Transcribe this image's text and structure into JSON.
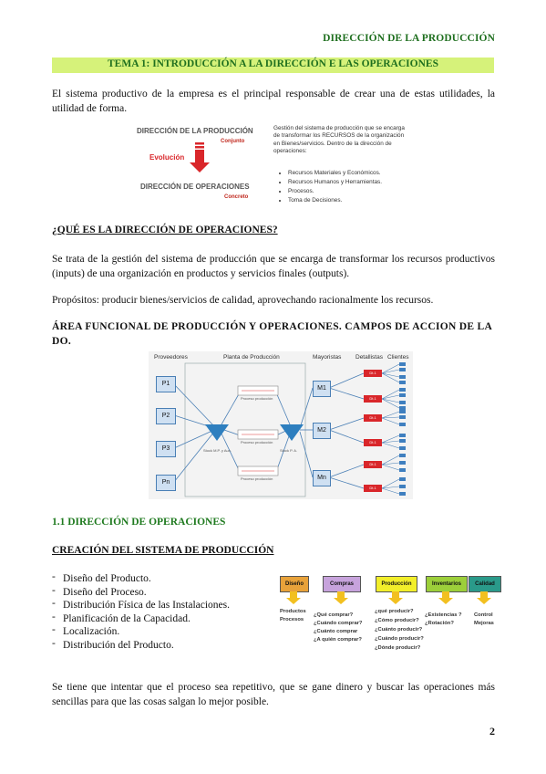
{
  "header": {
    "title": "DIRECCIÓN DE LA PRODUCCIÓN"
  },
  "tema": {
    "title": "TEMA 1: INTRODUCCIÓN A LA DIRECCIÓN E LAS OPERACIONES"
  },
  "intro": {
    "text": "El sistema productivo de la empresa es el principal responsable de crear una de estas utilidades, la utilidad de forma."
  },
  "figure1": {
    "top_label": "DIRECCIÓN DE LA PRODUCCIÓN",
    "top_sub": "Conjunto",
    "evolution": "Evolución",
    "bottom_label": "DIRECCIÓN DE OPERACIONES",
    "bottom_sub": "Concreto",
    "desc": "Gestión del sistema de producción que se encarga de transformar los RECURSOS de la organización en Bienes/servicios. Dentro de la dirección de operaciones:",
    "bullets": [
      "Recursos Materiales y Económicos.",
      "Recursos Humanos y Herramientas.",
      "Procesos.",
      "Toma de Decisiones."
    ]
  },
  "section_que": {
    "heading": "¿QUÉ ES LA DIRECCIÓN DE OPERACIONES?",
    "p1": "Se trata de la gestión del sistema de producción que se encarga de transformar los recursos productivos (inputs) de una organización en productos y servicios finales (outputs).",
    "p2": "Propósitos: producir bienes/servicios de calidad, aprovechando racionalmente los recursos."
  },
  "section_area": {
    "heading": "ÁREA FUNCIONAL DE PRODUCCIÓN Y OPERACIONES. CAMPOS DE ACCION DE LA DO."
  },
  "figure2": {
    "col_proveedores": "Proveedores",
    "col_planta": "Planta de Producción",
    "col_mayoristas": "Mayoristas",
    "col_detallistas": "Detallistas",
    "col_clientes": "Clientes",
    "suppliers": [
      "P1",
      "P2",
      "P3",
      "Pn"
    ],
    "wholesalers": [
      "M1",
      "M2",
      "Mn"
    ],
    "retailer": "Dt.1",
    "process": "Proceso producción",
    "stock_mp": "Stock M.P. y Aux.",
    "stock_pa": "Stock P. A."
  },
  "section_11": {
    "heading": "1.1 DIRECCIÓN DE OPERACIONES"
  },
  "section_creacion": {
    "heading": "CREACIÓN DEL SISTEMA DE PRODUCCIÓN",
    "items": [
      "Diseño del Producto.",
      "Diseño del Proceso.",
      "Distribución Física de las Instalaciones.",
      "Planificación de la Capacidad.",
      "Localización.",
      "Distribución del Producto."
    ]
  },
  "figure3": {
    "boxes": [
      {
        "label": "Diseño",
        "color": "#e8a23a",
        "items": [
          "Productos",
          "Procesos"
        ]
      },
      {
        "label": "Compras",
        "color": "#c7a3dc",
        "items": [
          "¿Qué comprar?",
          "¿Cuándo comprar?",
          "¿Cuánto comprar",
          "¿A quién comprar?"
        ]
      },
      {
        "label": "Producción",
        "color": "#f2ee2a",
        "items": [
          "¿qué producir?",
          "¿Cómo producir?",
          "¿Cuánto producir?",
          "¿Cuándo producir?",
          "¿Dónde producir?"
        ]
      },
      {
        "label": "Inventarios",
        "color": "#9ccf3a",
        "items": [
          "¿Existencias ?",
          "¿Rotación?"
        ]
      },
      {
        "label": "Calidad",
        "color": "#2a9a8a",
        "items": [
          "Control",
          "Mejoras"
        ]
      }
    ]
  },
  "closing": {
    "text": "Se tiene que intentar que el proceso sea repetitivo, que se gane dinero y buscar las operaciones más sencillas para que las cosas salgan lo mejor posible."
  },
  "page_number": "2"
}
